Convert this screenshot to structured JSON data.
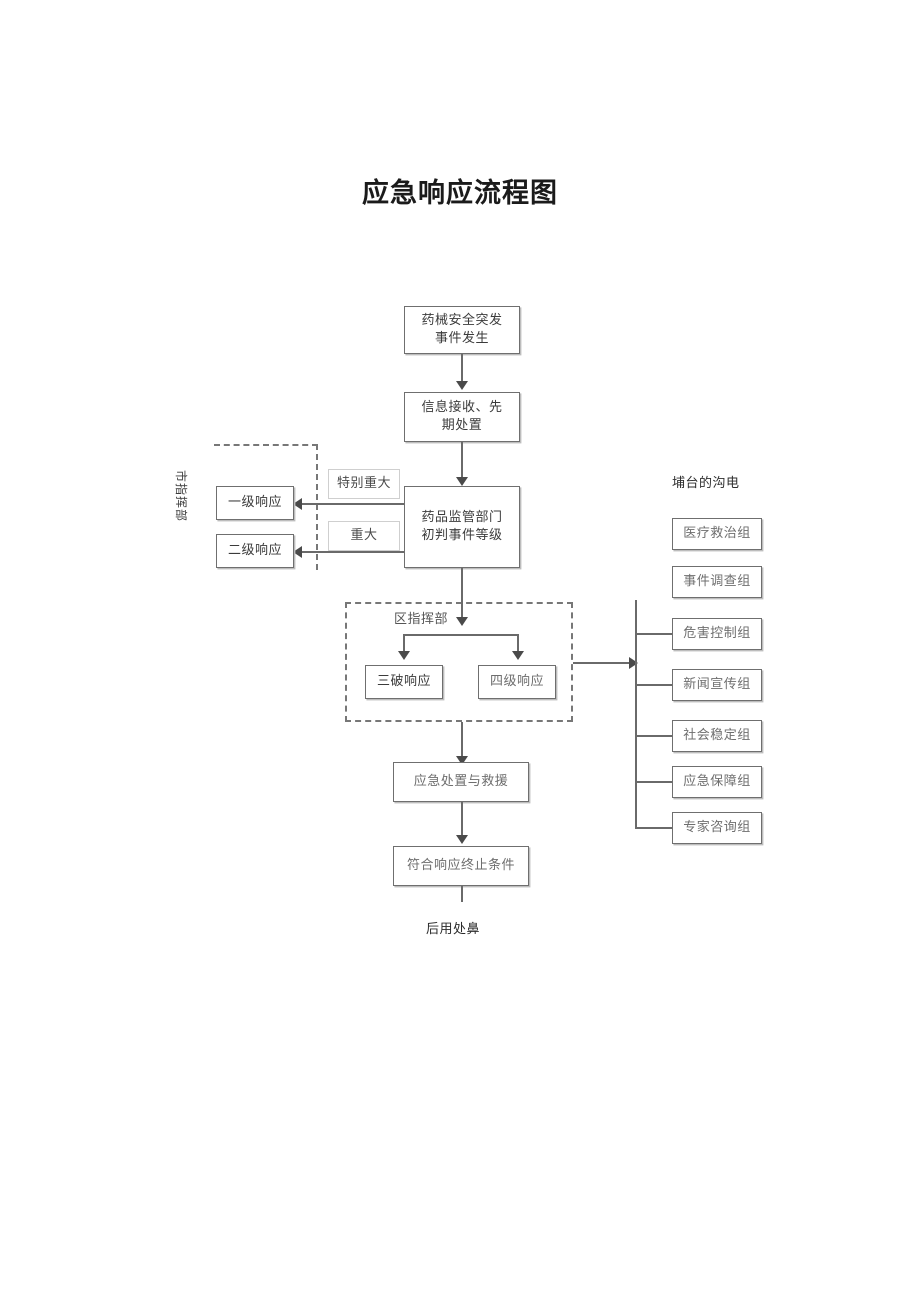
{
  "document": {
    "title": "应急响应流程图"
  },
  "flow": {
    "main_chain": [
      {
        "id": "incident",
        "label": "药械安全突发\n事件发生"
      },
      {
        "id": "intake",
        "label": "信息接收、先\n期处置"
      },
      {
        "id": "grading",
        "label": "药品监管部门\n初判事件等级"
      },
      {
        "id": "disposal",
        "label": "应急处置与救援"
      },
      {
        "id": "termination",
        "label": "符合响应终止条件"
      }
    ],
    "level_branches": [
      {
        "id": "level-1",
        "condition": "特别重大",
        "response": "一级响应"
      },
      {
        "id": "level-2",
        "condition": "重大",
        "response": "二级响应"
      }
    ],
    "district_group": {
      "header": "区指挥部",
      "nodes": [
        {
          "id": "level-3",
          "label": "三破响应"
        },
        {
          "id": "level-4",
          "label": "四级响应"
        }
      ]
    },
    "city_group": {
      "rotated_label": "市指挥部"
    },
    "footer_label": "后用处鼻"
  },
  "working_groups": {
    "header": "埔台的沟电",
    "items": [
      {
        "id": "medical",
        "label": "医疗救治组"
      },
      {
        "id": "investig",
        "label": "事件调查组"
      },
      {
        "id": "hazard",
        "label": "危害控制组"
      },
      {
        "id": "press",
        "label": "新闻宣传组"
      },
      {
        "id": "stability",
        "label": "社会稳定组"
      },
      {
        "id": "support",
        "label": "应急保障组"
      },
      {
        "id": "experts",
        "label": "专家咨询组"
      }
    ]
  }
}
